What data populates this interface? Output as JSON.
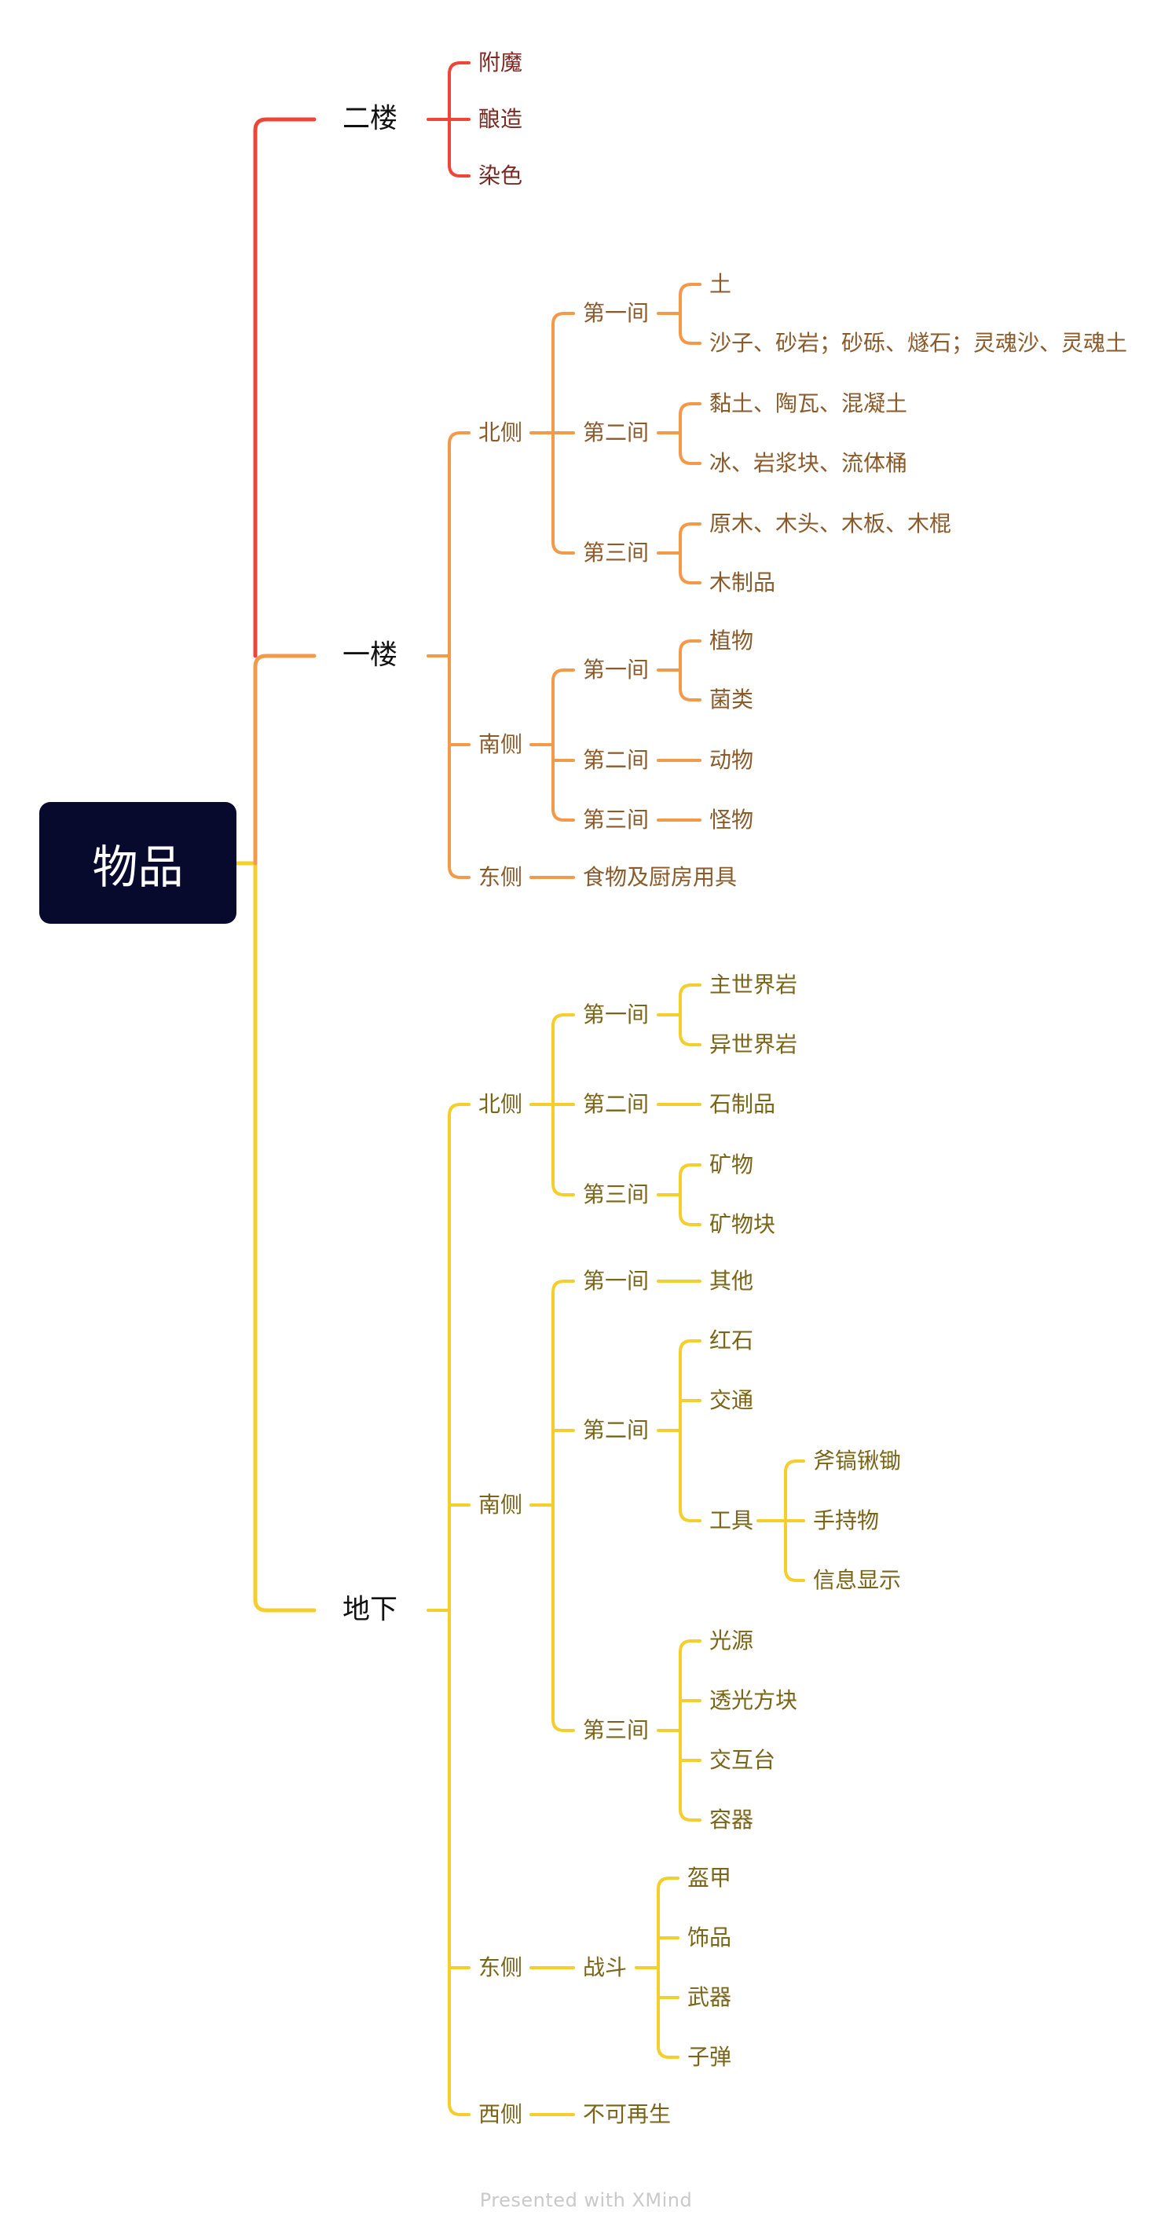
{
  "colors": {
    "red": "#ef4438",
    "orange": "#f39a4a",
    "yellow": "#f4ce2a",
    "text_red": "#7a2a22",
    "text_orange": "#8a5a2a",
    "text_yellow": "#7a6418",
    "root_bg": "#070a2c"
  },
  "root": {
    "label": "物品"
  },
  "floor2": {
    "label": "二楼",
    "items": [
      "附魔",
      "酿造",
      "染色"
    ]
  },
  "floor1": {
    "label": "一楼",
    "north": {
      "label": "北侧",
      "rooms": [
        {
          "label": "第一间",
          "items": [
            "土",
            "沙子、砂岩；砂砾、燧石；灵魂沙、灵魂土"
          ]
        },
        {
          "label": "第二间",
          "items": [
            "黏土、陶瓦、混凝土",
            "冰、岩浆块、流体桶"
          ]
        },
        {
          "label": "第三间",
          "items": [
            "原木、木头、木板、木棍",
            "木制品"
          ]
        }
      ]
    },
    "south": {
      "label": "南侧",
      "rooms": [
        {
          "label": "第一间",
          "items": [
            "植物",
            "菌类"
          ]
        },
        {
          "label": "第二间",
          "items": [
            "动物"
          ]
        },
        {
          "label": "第三间",
          "items": [
            "怪物"
          ]
        }
      ]
    },
    "east": {
      "label": "东侧",
      "item": "食物及厨房用具"
    }
  },
  "basement": {
    "label": "地下",
    "north": {
      "label": "北侧",
      "rooms": [
        {
          "label": "第一间",
          "items": [
            "主世界岩",
            "异世界岩"
          ]
        },
        {
          "label": "第二间",
          "items": [
            "石制品"
          ]
        },
        {
          "label": "第三间",
          "items": [
            "矿物",
            "矿物块"
          ]
        }
      ]
    },
    "south": {
      "label": "南侧",
      "rooms": [
        {
          "label": "第一间",
          "items": [
            "其他"
          ]
        },
        {
          "label": "第二间",
          "items": [
            "红石",
            "交通"
          ],
          "tools": {
            "label": "工具",
            "items": [
              "斧镐锹锄",
              "手持物",
              "信息显示"
            ]
          }
        },
        {
          "label": "第三间",
          "items": [
            "光源",
            "透光方块",
            "交互台",
            "容器"
          ]
        }
      ]
    },
    "east": {
      "label": "东侧",
      "combat": {
        "label": "战斗",
        "items": [
          "盔甲",
          "饰品",
          "武器",
          "子弹"
        ]
      }
    },
    "west": {
      "label": "西侧",
      "item": "不可再生"
    }
  },
  "footer": {
    "text": "Presented with XMind"
  }
}
